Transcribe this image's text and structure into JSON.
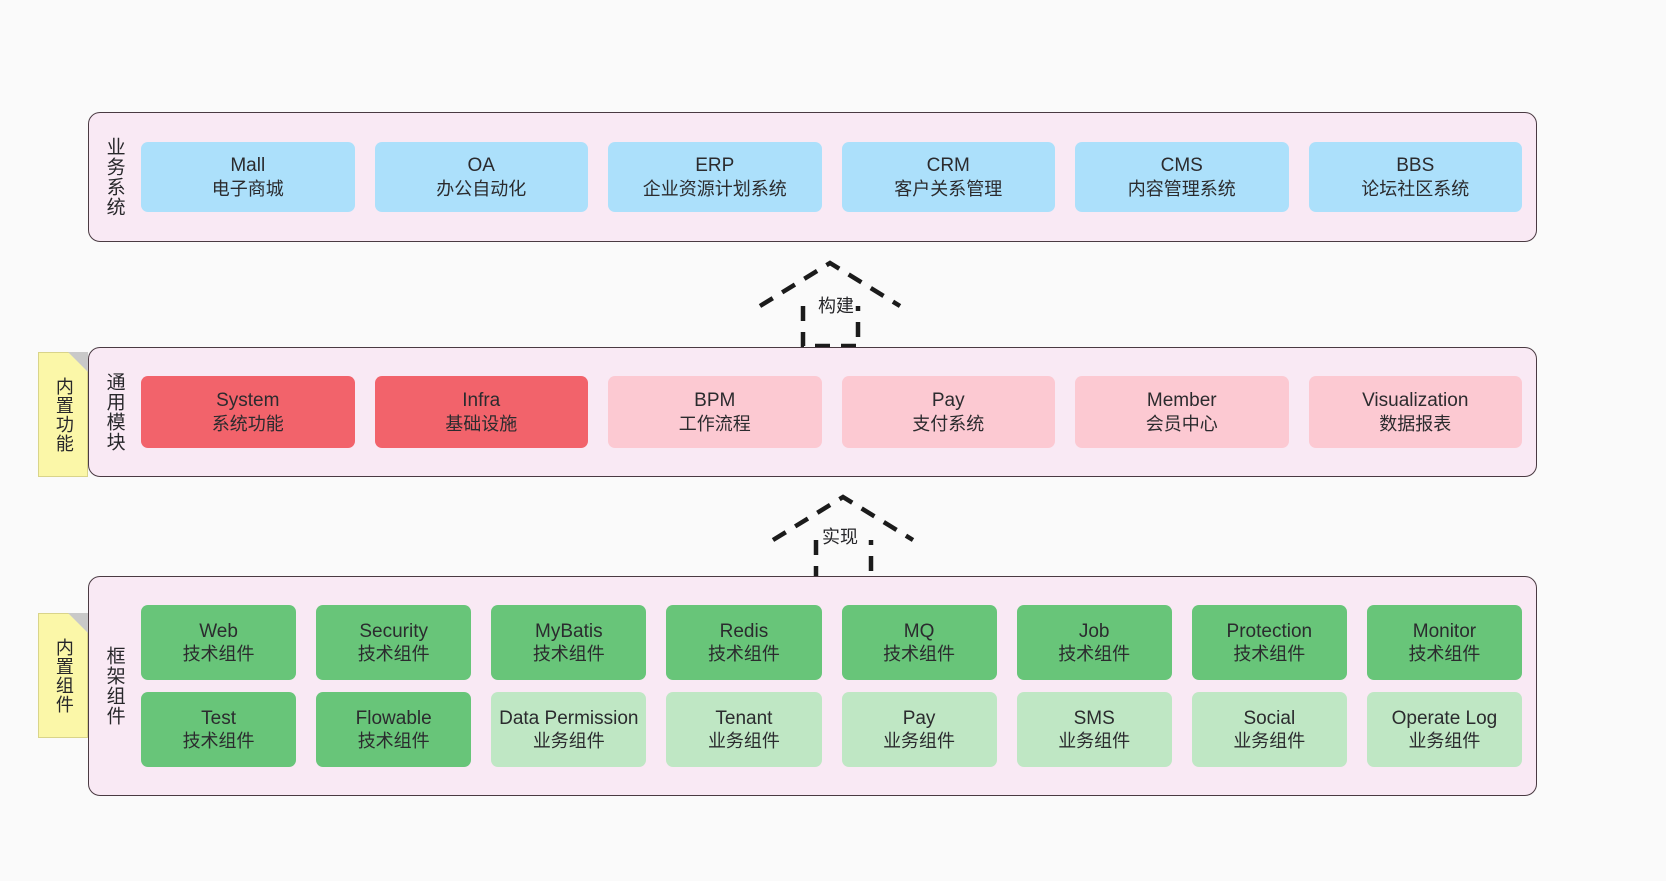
{
  "diagram": {
    "background_color": "#fafafa",
    "layer_fill": "#f9e9f4",
    "layer_border": "#4a3a42"
  },
  "layers": [
    {
      "id": "business",
      "title": "业务系统",
      "rows": [
        {
          "cards": [
            {
              "en": "Mall",
              "cn": "电子商城",
              "color": "#ace0fb",
              "style": "c-blue"
            },
            {
              "en": "OA",
              "cn": "办公自动化",
              "color": "#ace0fb",
              "style": "c-blue"
            },
            {
              "en": "ERP",
              "cn": "企业资源计划系统",
              "color": "#ace0fb",
              "style": "c-blue"
            },
            {
              "en": "CRM",
              "cn": "客户关系管理",
              "color": "#ace0fb",
              "style": "c-blue"
            },
            {
              "en": "CMS",
              "cn": "内容管理系统",
              "color": "#ace0fb",
              "style": "c-blue"
            },
            {
              "en": "BBS",
              "cn": "论坛社区系统",
              "color": "#ace0fb",
              "style": "c-blue"
            }
          ]
        }
      ]
    },
    {
      "id": "common",
      "title": "通用模块",
      "note": "内置功能",
      "rows": [
        {
          "cards": [
            {
              "en": "System",
              "cn": "系统功能",
              "color": "#f2636b",
              "style": "c-red"
            },
            {
              "en": "Infra",
              "cn": "基础设施",
              "color": "#f2636b",
              "style": "c-red"
            },
            {
              "en": "BPM",
              "cn": "工作流程",
              "color": "#fcc9d2",
              "style": "c-pink"
            },
            {
              "en": "Pay",
              "cn": "支付系统",
              "color": "#fcc9d2",
              "style": "c-pink"
            },
            {
              "en": "Member",
              "cn": "会员中心",
              "color": "#fcc9d2",
              "style": "c-pink"
            },
            {
              "en": "Visualization",
              "cn": "数据报表",
              "color": "#fcc9d2",
              "style": "c-pink"
            }
          ]
        }
      ]
    },
    {
      "id": "framework",
      "title": "框架组件",
      "note": "内置组件",
      "rows": [
        {
          "cards": [
            {
              "en": "Web",
              "cn": "技术组件",
              "color": "#68c579",
              "style": "c-green"
            },
            {
              "en": "Security",
              "cn": "技术组件",
              "color": "#68c579",
              "style": "c-green"
            },
            {
              "en": "MyBatis",
              "cn": "技术组件",
              "color": "#68c579",
              "style": "c-green"
            },
            {
              "en": "Redis",
              "cn": "技术组件",
              "color": "#68c579",
              "style": "c-green"
            },
            {
              "en": "MQ",
              "cn": "技术组件",
              "color": "#68c579",
              "style": "c-green"
            },
            {
              "en": "Job",
              "cn": "技术组件",
              "color": "#68c579",
              "style": "c-green"
            },
            {
              "en": "Protection",
              "cn": "技术组件",
              "color": "#68c579",
              "style": "c-green"
            },
            {
              "en": "Monitor",
              "cn": "技术组件",
              "color": "#68c579",
              "style": "c-green"
            }
          ]
        },
        {
          "cards": [
            {
              "en": "Test",
              "cn": "技术组件",
              "color": "#68c579",
              "style": "c-green"
            },
            {
              "en": "Flowable",
              "cn": "技术组件",
              "color": "#68c579",
              "style": "c-green"
            },
            {
              "en": "Data Permission",
              "cn": "业务组件",
              "color": "#bfe7c4",
              "style": "c-lightgreen"
            },
            {
              "en": "Tenant",
              "cn": "业务组件",
              "color": "#bfe7c4",
              "style": "c-lightgreen"
            },
            {
              "en": "Pay",
              "cn": "业务组件",
              "color": "#bfe7c4",
              "style": "c-lightgreen"
            },
            {
              "en": "SMS",
              "cn": "业务组件",
              "color": "#bfe7c4",
              "style": "c-lightgreen"
            },
            {
              "en": "Social",
              "cn": "业务组件",
              "color": "#bfe7c4",
              "style": "c-lightgreen"
            },
            {
              "en": "Operate Log",
              "cn": "业务组件",
              "color": "#bfe7c4",
              "style": "c-lightgreen"
            }
          ]
        }
      ]
    }
  ],
  "arrows": [
    {
      "id": "build",
      "label": "构建",
      "from": "common",
      "to": "business",
      "style": "dashed-hollow-up"
    },
    {
      "id": "impl",
      "label": "实现",
      "from": "framework",
      "to": "common",
      "style": "dashed-hollow-up"
    }
  ]
}
